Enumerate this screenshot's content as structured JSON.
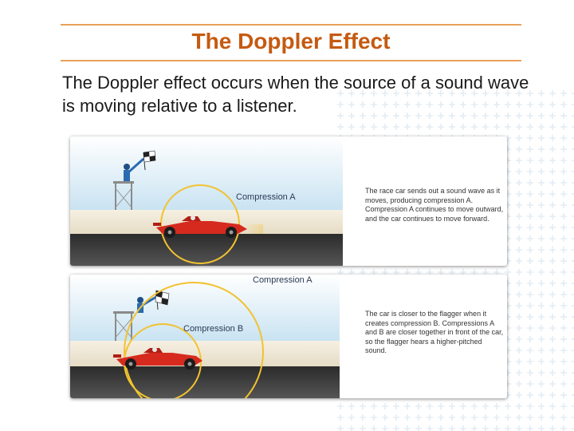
{
  "slide": {
    "title": "The Doppler Effect",
    "body": "The Doppler effect occurs when the source of a sound wave is moving relative to a listener."
  },
  "figure_top": {
    "compression_label": "Compression A",
    "caption": "The race car sends out a sound wave as it moves, producing compression A. Compression A continues to move outward, and the car continues to move forward."
  },
  "figure_bottom": {
    "compression_a_label": "Compression A",
    "compression_b_label": "Compression B",
    "caption": "The car is closer to the flagger when it creates compression B. Compressions A and B are closer together in front of the car, so the flagger hears a higher-pitched sound."
  },
  "colors": {
    "title": "#c55a11",
    "rule": "#e8a15a",
    "sky": "#cfe6f3",
    "wall": "#efe6d4",
    "road": "#3c3c3c",
    "wave": "#f2c230",
    "car": "#d62a1e"
  }
}
